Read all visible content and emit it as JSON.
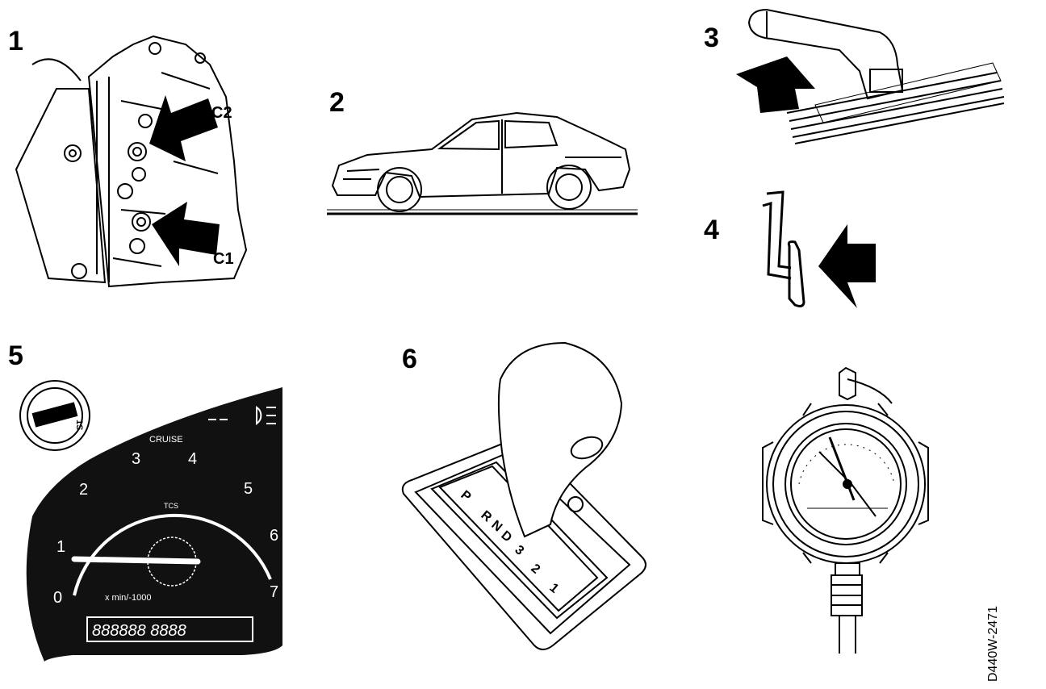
{
  "steps": {
    "s1": "1",
    "s2": "2",
    "s3": "3",
    "s4": "4",
    "s5": "5",
    "s6": "6"
  },
  "callouts": {
    "c1": "C1",
    "c2": "C2"
  },
  "cluster": {
    "tach_labels": [
      "0",
      "1",
      "2",
      "3",
      "4",
      "5",
      "6",
      "7"
    ],
    "unit_label": "x min/-1000",
    "odometer": "888888 8888",
    "cruise_label": "CRUISE"
  },
  "gear_positions": [
    "P",
    "R",
    "N",
    "D",
    "3",
    "2",
    "1"
  ],
  "figure_code": "D440W-2471",
  "colors": {
    "ink": "#000000",
    "paper": "#ffffff",
    "panel": "#111111"
  }
}
